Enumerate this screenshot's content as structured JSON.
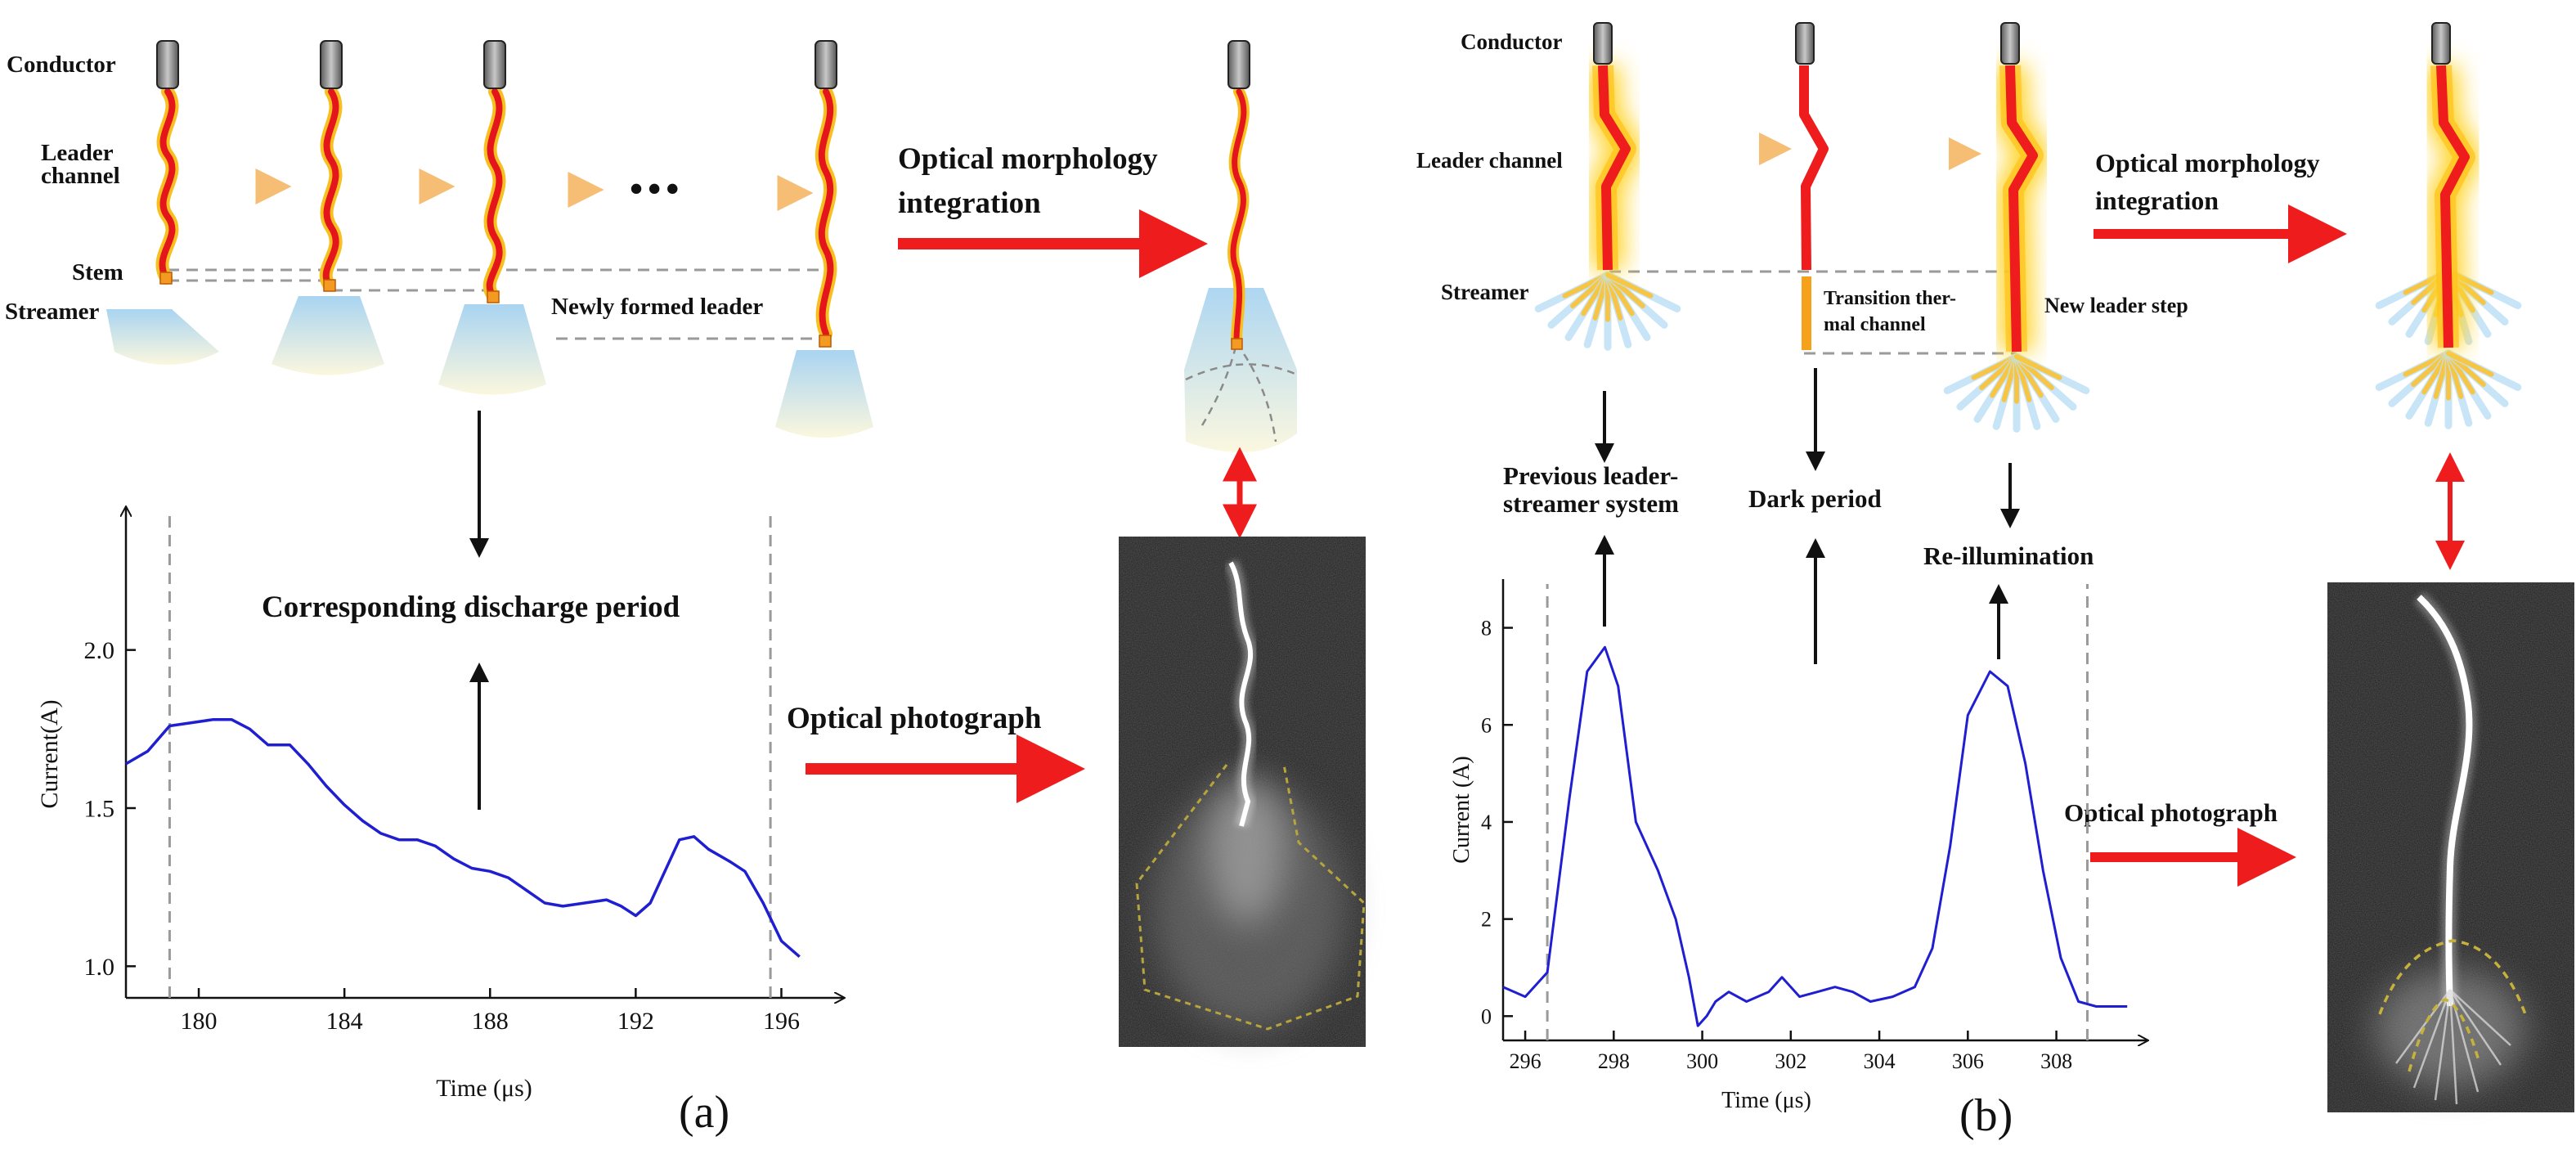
{
  "panel_a": {
    "labels": {
      "conductor": "Conductor",
      "leader_channel_1": "Leader",
      "leader_channel_2": "channel",
      "stem": "Stem",
      "streamer": "Streamer",
      "newly_formed_leader": "Newly formed leader",
      "ellipsis": "•••",
      "optical_morphology_1": "Optical morphology",
      "optical_morphology_2": "integration",
      "corresponding_period": "Corresponding discharge period",
      "optical_photograph": "Optical photograph",
      "caption": "(a)"
    },
    "chart_data": {
      "type": "line",
      "xlabel": "Time (μs)",
      "ylabel": "Current(A)",
      "xlim": [
        178,
        197
      ],
      "ylim": [
        0.9,
        2.4
      ],
      "x_ticks": [
        "180",
        "184",
        "188",
        "192",
        "196"
      ],
      "y_ticks": [
        "1.0",
        "1.5",
        "2.0"
      ],
      "dashed_markers_x": [
        179.2,
        195.7
      ],
      "series": [
        {
          "color": "#1f1fd1",
          "x": [
            178.0,
            178.6,
            179.2,
            179.8,
            180.4,
            180.9,
            181.4,
            181.9,
            182.5,
            183.0,
            183.5,
            184.0,
            184.5,
            185.0,
            185.5,
            186.0,
            186.5,
            187.0,
            187.5,
            188.0,
            188.5,
            189.0,
            189.5,
            190.0,
            190.6,
            191.2,
            191.6,
            192.0,
            192.4,
            192.8,
            193.2,
            193.6,
            194.0,
            194.6,
            195.0,
            195.5,
            196.0,
            196.5
          ],
          "values": [
            1.64,
            1.68,
            1.76,
            1.77,
            1.78,
            1.78,
            1.75,
            1.7,
            1.7,
            1.64,
            1.57,
            1.51,
            1.46,
            1.42,
            1.4,
            1.4,
            1.38,
            1.34,
            1.31,
            1.3,
            1.28,
            1.24,
            1.2,
            1.19,
            1.2,
            1.21,
            1.19,
            1.16,
            1.2,
            1.3,
            1.4,
            1.41,
            1.37,
            1.33,
            1.3,
            1.2,
            1.08,
            1.03
          ]
        }
      ]
    }
  },
  "panel_b": {
    "labels": {
      "conductor": "Conductor",
      "leader_channel": "Leader channel",
      "streamer": "Streamer",
      "transition_1": "Transition ther-",
      "transition_2": "mal channel",
      "new_leader_step": "New leader step",
      "optical_morphology_1": "Optical morphology",
      "optical_morphology_2": "integration",
      "previous_system_1": "Previous leader-",
      "previous_system_2": "streamer system",
      "dark_period": "Dark period",
      "re_illumination": "Re-illumination",
      "optical_photograph": "Optical photograph",
      "caption": "(b)"
    },
    "chart_data": {
      "type": "line",
      "xlabel": "Time (μs)",
      "ylabel": "Current (A)",
      "xlim": [
        295.5,
        309.8
      ],
      "ylim": [
        -0.5,
        8.7
      ],
      "x_ticks": [
        "296",
        "298",
        "300",
        "302",
        "304",
        "306",
        "308"
      ],
      "y_ticks": [
        "0",
        "2",
        "4",
        "6",
        "8"
      ],
      "dashed_markers_x": [
        296.5,
        308.7
      ],
      "series": [
        {
          "color": "#1f1fd1",
          "x": [
            295.5,
            296.0,
            296.5,
            297.0,
            297.4,
            297.8,
            298.1,
            298.5,
            299.0,
            299.4,
            299.7,
            299.9,
            300.1,
            300.3,
            300.6,
            301.0,
            301.5,
            301.8,
            302.2,
            302.6,
            303.0,
            303.4,
            303.8,
            304.3,
            304.8,
            305.2,
            305.6,
            306.0,
            306.5,
            306.9,
            307.3,
            307.7,
            308.1,
            308.5,
            308.9,
            309.3,
            309.6
          ],
          "values": [
            0.6,
            0.4,
            0.9,
            4.5,
            7.1,
            7.6,
            6.8,
            4.0,
            3.0,
            2.0,
            0.8,
            -0.2,
            0.0,
            0.3,
            0.5,
            0.3,
            0.5,
            0.8,
            0.4,
            0.5,
            0.6,
            0.5,
            0.3,
            0.4,
            0.6,
            1.4,
            3.5,
            6.2,
            7.1,
            6.8,
            5.2,
            3.0,
            1.2,
            0.3,
            0.2,
            0.2,
            0.2
          ]
        }
      ]
    }
  }
}
